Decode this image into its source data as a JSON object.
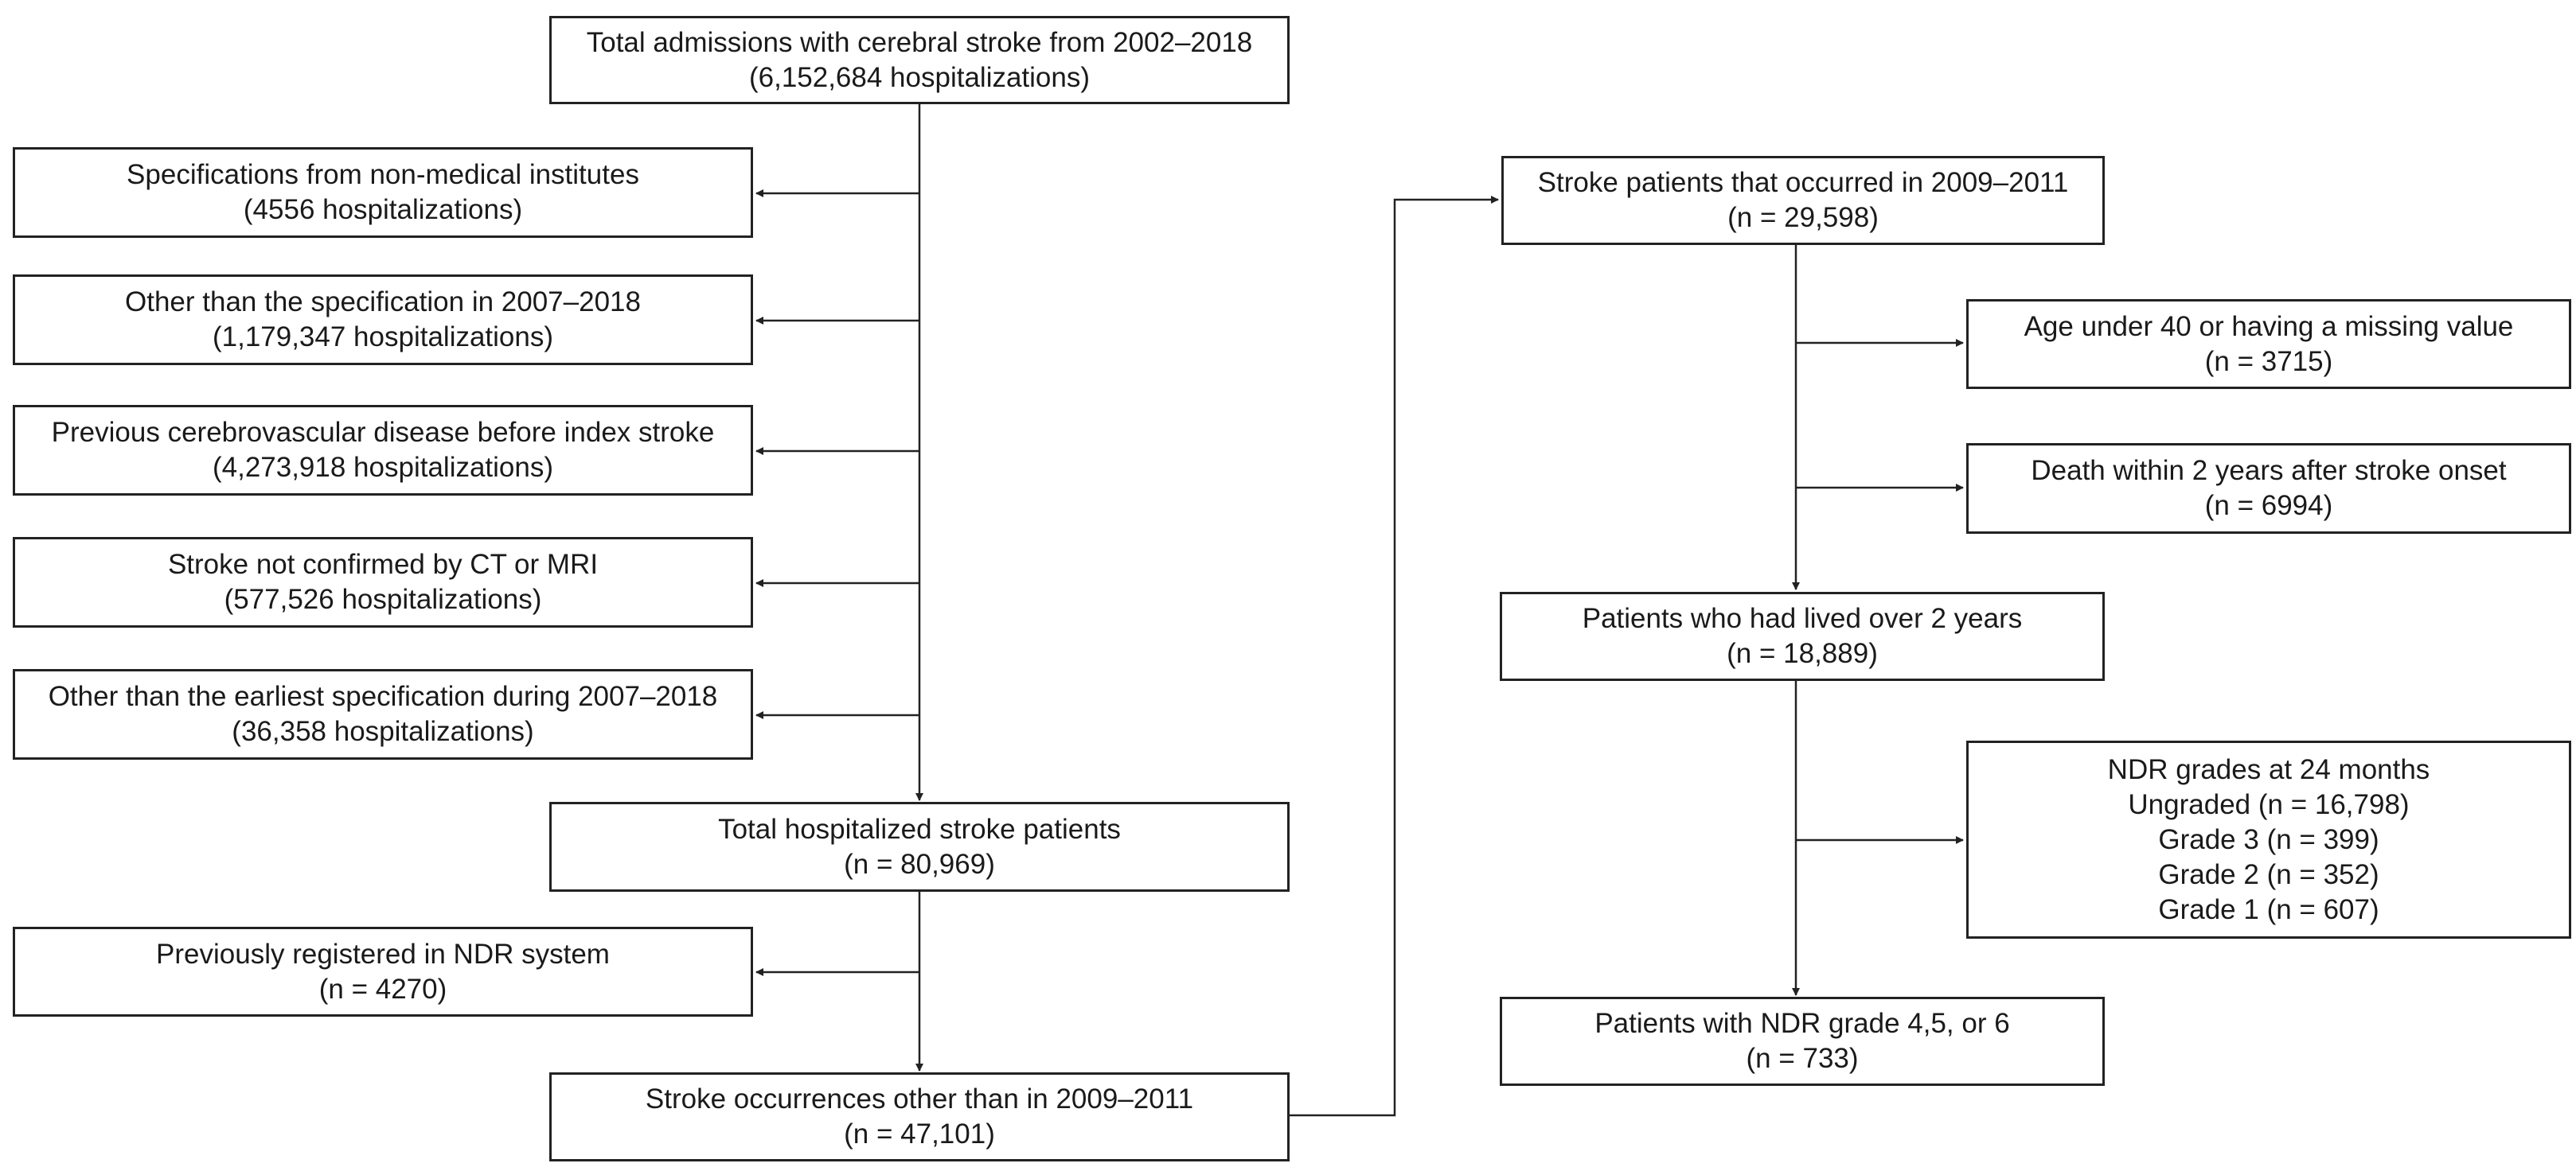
{
  "colors": {
    "line": "#222222",
    "box_border": "#222222",
    "background": "#ffffff",
    "text": "#1a1a1a"
  },
  "boxes": {
    "total_admissions": {
      "line1": "Total admissions with cerebral stroke from 2002–2018",
      "line2": "(6,152,684 hospitalizations)"
    },
    "excl_non_medical": {
      "line1": "Specifications from non-medical institutes",
      "line2": "(4556 hospitalizations)"
    },
    "excl_other_spec": {
      "line1": "Other than the specification in 2007–2018",
      "line2": "(1,179,347 hospitalizations)"
    },
    "excl_previous_cvd": {
      "line1": "Previous cerebrovascular disease before index stroke",
      "line2": "(4,273,918 hospitalizations)"
    },
    "excl_not_confirmed": {
      "line1": "Stroke not confirmed by CT or MRI",
      "line2": "(577,526 hospitalizations)"
    },
    "excl_not_earliest": {
      "line1": "Other than the earliest specification during 2007–2018",
      "line2": "(36,358 hospitalizations)"
    },
    "total_hospitalized": {
      "line1": "Total hospitalized stroke patients",
      "line2": "(n = 80,969)"
    },
    "excl_prev_registered": {
      "line1": "Previously registered in NDR system",
      "line2": "(n = 4270)"
    },
    "stroke_other_years": {
      "line1": "Stroke occurrences other than in 2009–2011",
      "line2": "(n = 47,101)"
    },
    "stroke_2009_2011": {
      "line1": "Stroke patients that occurred in 2009–2011",
      "line2": "(n = 29,598)"
    },
    "excl_age": {
      "line1": "Age under 40 or having a missing value",
      "line2": "(n = 3715)"
    },
    "excl_death": {
      "line1": "Death within 2 years after stroke onset",
      "line2": "(n = 6994)"
    },
    "lived_2_years": {
      "line1": "Patients  who had lived over 2 years",
      "line2": "(n = 18,889)"
    },
    "ndr_grades": {
      "title": "NDR grades at 24 months",
      "items": [
        "Ungraded (n = 16,798)",
        "Grade 3 (n = 399)",
        "Grade 2 (n = 352)",
        "Grade 1 (n = 607)"
      ]
    },
    "final_patients": {
      "line1": "Patients with NDR grade 4,5, or 6",
      "line2": "(n = 733)"
    }
  }
}
